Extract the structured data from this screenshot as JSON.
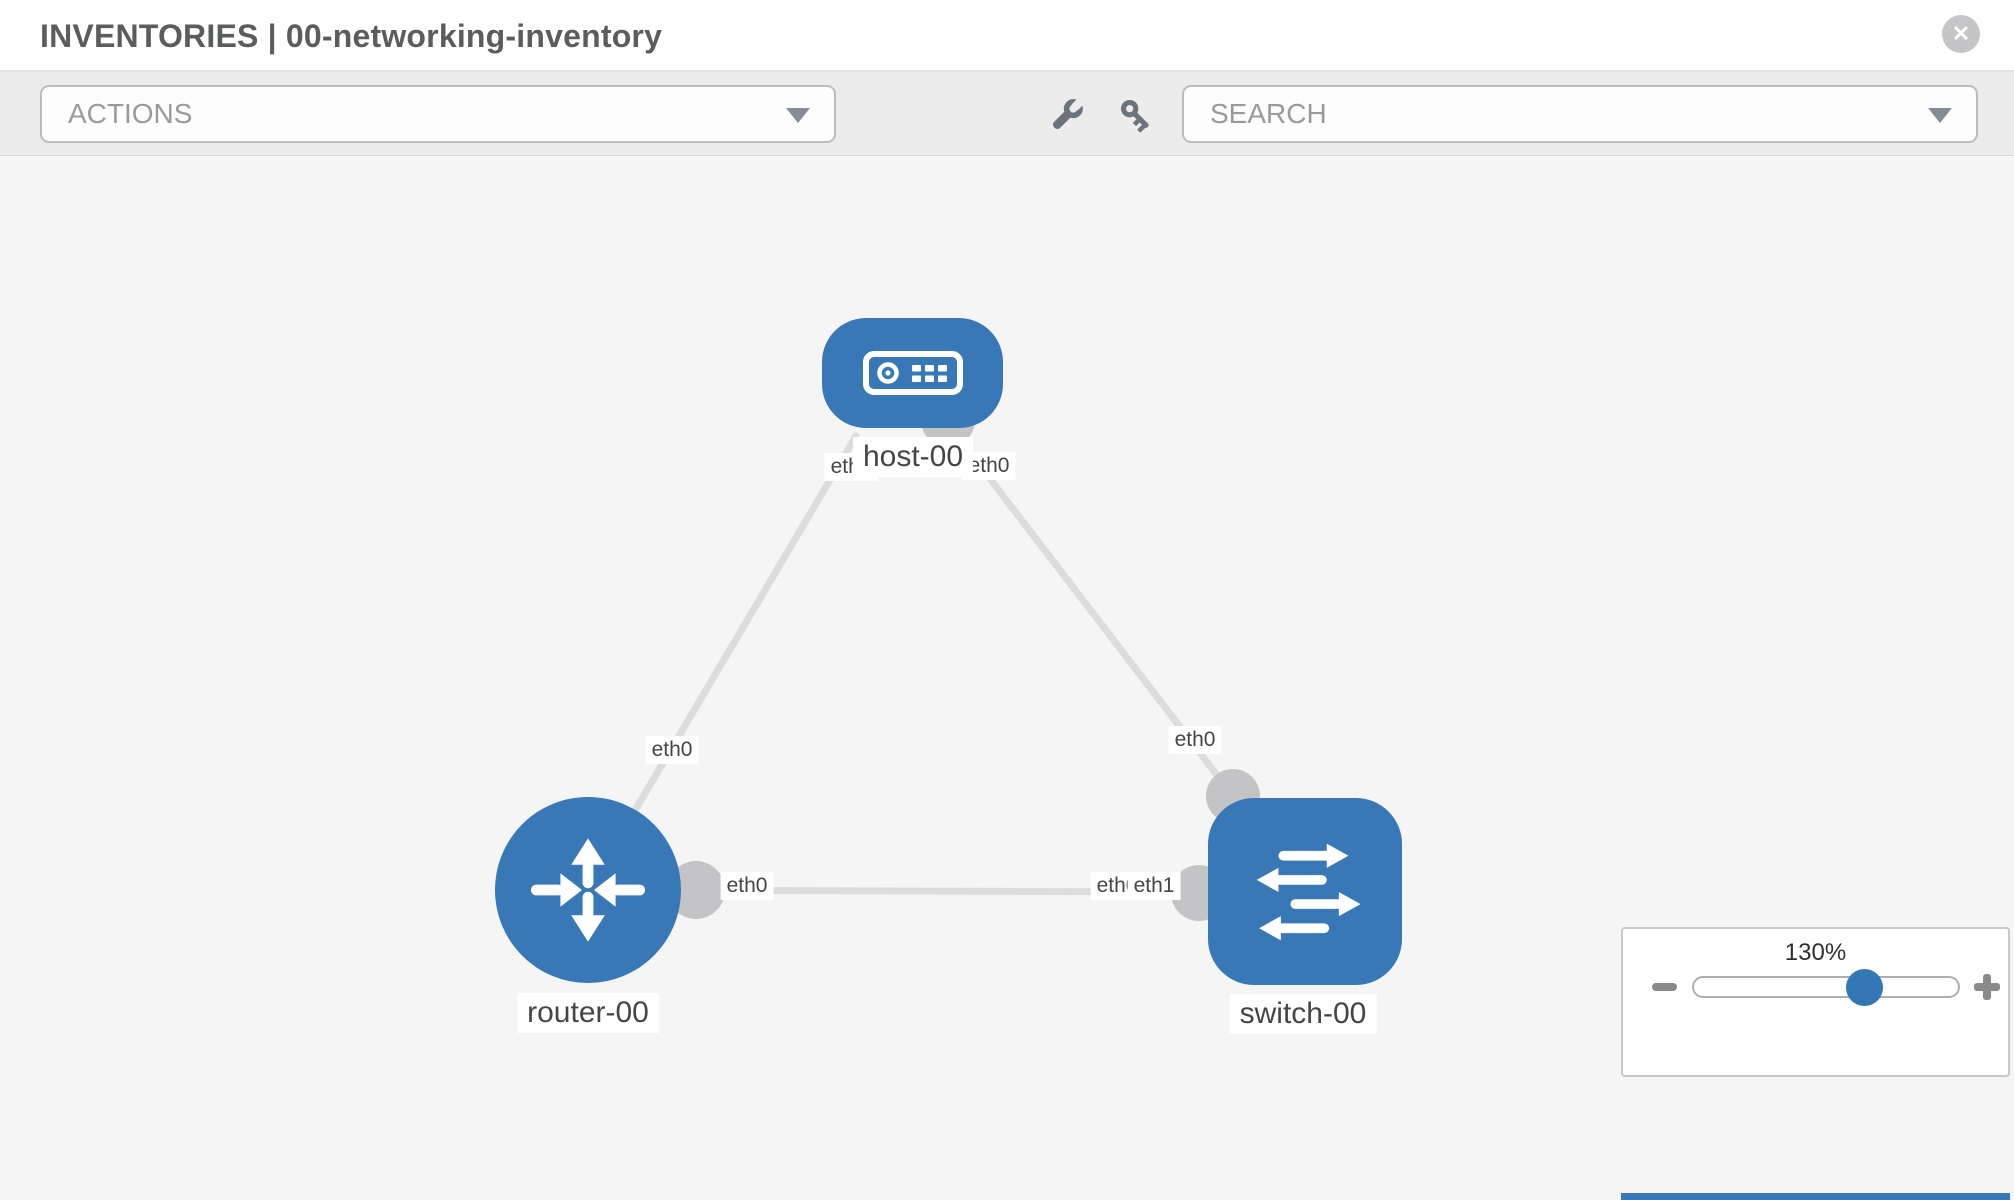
{
  "header": {
    "title": "INVENTORIES | 00-networking-inventory",
    "close_icon_glyph": "✕"
  },
  "toolbar": {
    "actions_label": "ACTIONS",
    "search_placeholder": "SEARCH",
    "icons": [
      "wrench-icon",
      "key-icon"
    ]
  },
  "topology": {
    "nodes": {
      "host": {
        "label": "host-00",
        "type": "host"
      },
      "router": {
        "label": "router-00",
        "type": "router"
      },
      "switch": {
        "label": "switch-00",
        "type": "switch"
      }
    },
    "links": [
      {
        "from": "router-00",
        "to": "host-00",
        "from_interface": "eth0",
        "to_interface": "eth0"
      },
      {
        "from": "router-00",
        "to": "switch-00",
        "from_interface": "eth0",
        "to_interface": "eth1"
      },
      {
        "from": "host-00",
        "to": "switch-00",
        "from_interface": "eth0",
        "to_interface": "eth0"
      }
    ],
    "iface_labels": {
      "host_left": "eth0",
      "host_right": "eth0",
      "router_host": "eth0",
      "switch_host": "eth0",
      "router_switch": "eth0",
      "switch_router_hidden": "eth0",
      "switch_router": "eth1"
    }
  },
  "zoom_control": {
    "level": "130%",
    "minus_icon": "minus-icon",
    "plus_icon": "plus-icon"
  },
  "colors": {
    "node_blue": "#3878b7",
    "link_gray": "#dcdcdc",
    "interface_dot_gray": "#c4c4c6",
    "toolbar_bg": "#ececec",
    "canvas_bg": "#f5f5f6",
    "slider_knob_blue": "#3377b5"
  }
}
